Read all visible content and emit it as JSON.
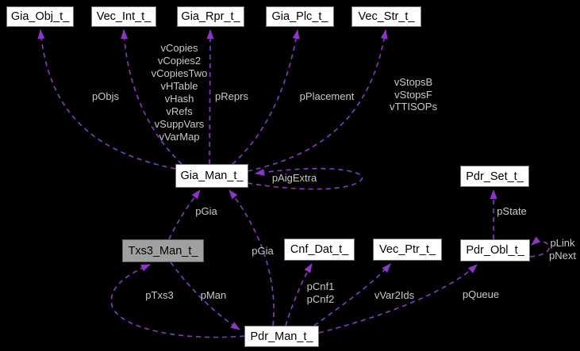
{
  "diagram": {
    "kind": "collaboration-graph",
    "colors": {
      "background": "#000000",
      "edge": "#8d35cb",
      "edge_label": "#c9c9c9",
      "node_fill": "#ffffff",
      "node_border": "#6f6f6f",
      "highlight_node_fill": "#a0a0a0"
    },
    "nodes": [
      {
        "id": "gia-obj",
        "label": "Gia_Obj_t_"
      },
      {
        "id": "vec-int",
        "label": "Vec_Int_t_"
      },
      {
        "id": "gia-rpr",
        "label": "Gia_Rpr_t_"
      },
      {
        "id": "gia-plc",
        "label": "Gia_Plc_t_"
      },
      {
        "id": "vec-str",
        "label": "Vec_Str_t_"
      },
      {
        "id": "gia-man",
        "label": "Gia_Man_t_"
      },
      {
        "id": "pdr-set",
        "label": "Pdr_Set_t_"
      },
      {
        "id": "txs3-man",
        "label": "Txs3_Man_t_",
        "highlighted": true
      },
      {
        "id": "cnf-dat",
        "label": "Cnf_Dat_t_"
      },
      {
        "id": "vec-ptr",
        "label": "Vec_Ptr_t_"
      },
      {
        "id": "pdr-obl",
        "label": "Pdr_Obl_t_"
      },
      {
        "id": "pdr-man",
        "label": "Pdr_Man_t_"
      }
    ],
    "edges": {
      "gia_man_to_gia_obj": {
        "label": "pObjs"
      },
      "gia_man_to_vec_int": {
        "labels": [
          "vCopies",
          "vCopies2",
          "vCopiesTwo",
          "vHTable",
          "vHash",
          "vRefs",
          "vSuppVars",
          "vVarMap"
        ]
      },
      "gia_man_to_gia_rpr": {
        "label": "pReprs"
      },
      "gia_man_to_gia_plc": {
        "label": "pPlacement"
      },
      "gia_man_to_vec_str": {
        "labels": [
          "vStopsB",
          "vStopsF",
          "vTTISOPs"
        ]
      },
      "gia_man_self": {
        "label": "pAigExtra"
      },
      "txs3_to_gia_man": {
        "label": "pGia"
      },
      "pdr_man_to_gia_man": {
        "label": "pGia"
      },
      "pdr_man_to_txs3": {
        "label": "pTxs3"
      },
      "txs3_to_pdr_man": {
        "label": "pMan"
      },
      "pdr_man_to_cnf": {
        "labels": [
          "pCnf1",
          "pCnf2"
        ]
      },
      "pdr_man_to_vec_ptr": {
        "label": "vVar2Ids"
      },
      "pdr_man_to_pdr_obl": {
        "label": "pQueue"
      },
      "pdr_obl_to_pdr_set": {
        "label": "pState"
      },
      "pdr_obl_self": {
        "labels": [
          "pLink",
          "pNext"
        ]
      }
    }
  }
}
